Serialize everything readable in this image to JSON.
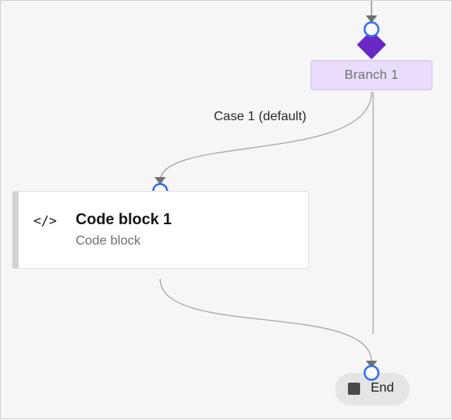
{
  "flow": {
    "branch_node": {
      "label": "Branch 1"
    },
    "edge_label": "Case 1 (default)",
    "code_node": {
      "title": "Code block 1",
      "subtitle": "Code block",
      "icon": "code-icon"
    },
    "end_node": {
      "label": "End",
      "icon": "stop-icon"
    }
  },
  "colors": {
    "canvas": "#f6f6f7",
    "branch_fill": "#e9ddfb",
    "diamond": "#6929c4",
    "port_ring": "#2f6df6",
    "wire": "#a8a8a8",
    "arrow": "#6f6f6f"
  }
}
